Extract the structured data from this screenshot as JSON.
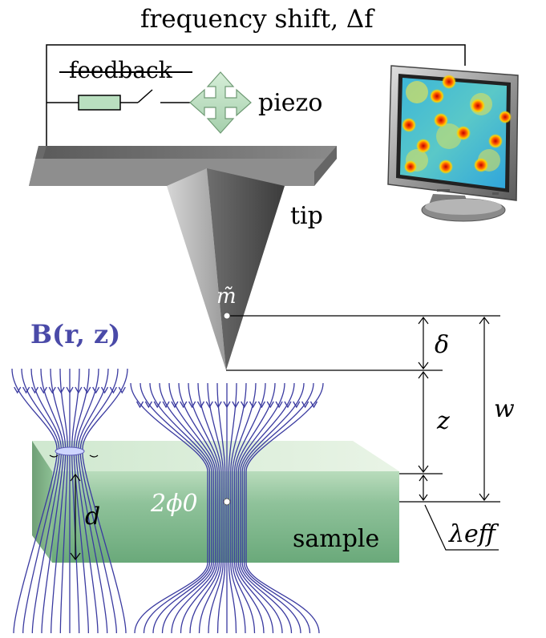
{
  "labels": {
    "title": "frequency shift, Δf",
    "feedback": "feedback",
    "piezo": "piezo",
    "tip": "tip",
    "moment": "m̃",
    "field": "B(r, z)",
    "delta": "δ",
    "z": "z",
    "w": "w",
    "d": "d",
    "flux": "2ϕ0",
    "sample": "sample",
    "lambda": "λeff"
  },
  "colors": {
    "field_line": "#3a3aa0",
    "sample_green": "#7fb88a",
    "piezo_green": "#bfe0c4"
  },
  "icons": [
    "monitor-icon",
    "piezo-arrows-icon",
    "switch-icon"
  ]
}
